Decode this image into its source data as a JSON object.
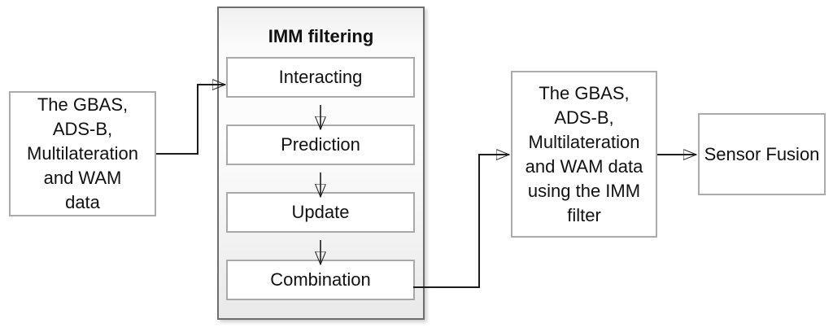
{
  "diagram": {
    "input": {
      "label": "The GBAS,\nADS-B,\nMultilateration\nand WAM\ndata"
    },
    "imm": {
      "title": "IMM filtering",
      "steps": [
        {
          "label": "Interacting"
        },
        {
          "label": "Prediction"
        },
        {
          "label": "Update"
        },
        {
          "label": "Combination"
        }
      ]
    },
    "output": {
      "label": "The GBAS,\nADS-B,\nMultilateration\nand WAM data\nusing the IMM\nfilter"
    },
    "fusion": {
      "label": "Sensor Fusion"
    },
    "colors": {
      "background": "#ffffff",
      "text": "#111111",
      "arrow": "#1c1c1c",
      "group_border": "#6e6e6e",
      "group_fill_top": "#fbfbfb",
      "group_fill_bottom": "#e9e9e9",
      "box_border": "#ababab",
      "box_fill": "#ffffff"
    }
  }
}
